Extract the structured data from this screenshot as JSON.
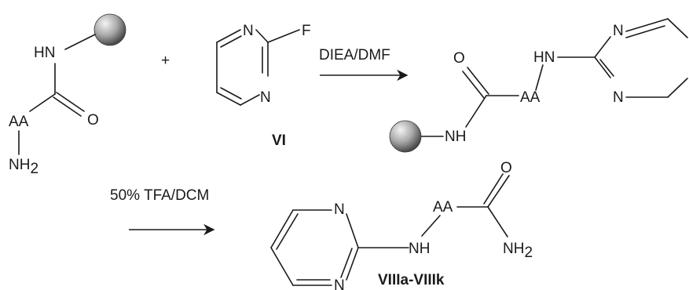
{
  "reagents": {
    "step1": "DIEA/DMF",
    "step2": "50% TFA/DCM"
  },
  "plus": "+",
  "compounds": {
    "reagent_label": "VI",
    "product_label": "VIIIa-VIIIk"
  },
  "atoms": {
    "hn": "HN",
    "nh": "NH",
    "aa": "AA",
    "o": "O",
    "n": "N",
    "f": "F",
    "nh2": "NH",
    "sub2": "2"
  },
  "colors": {
    "ink": "#1a1a1a",
    "bead_light": "#f4f4f4",
    "bead_dark": "#5a5a5a"
  }
}
